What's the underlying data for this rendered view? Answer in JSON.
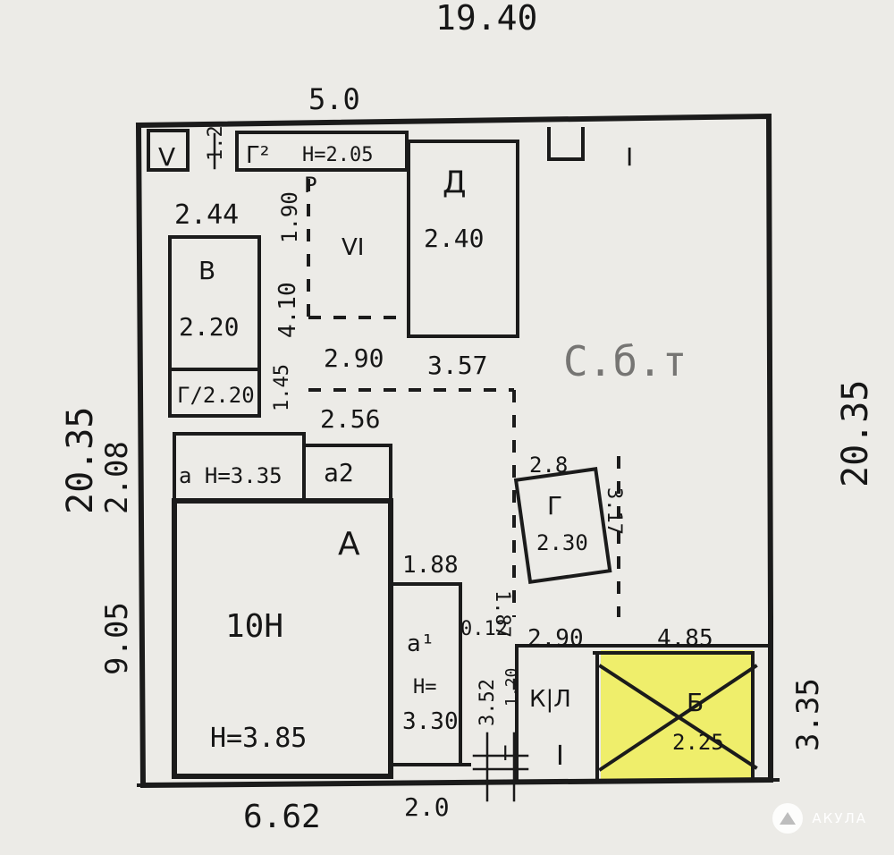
{
  "dims": {
    "top_total": "19.40",
    "top_segment": "5.0",
    "left_total": "20.35",
    "left_upper": "2.08",
    "left_lower": "9.05",
    "right_total": "20.35",
    "right_lower": "3.35",
    "bottom_left": "6.62",
    "bottom_mid": "2.0"
  },
  "rooms": {
    "v_small": "V",
    "v_small_dim": "1.2",
    "g2": "Г²",
    "g2_height": "H=2.05",
    "d_letter": "Д",
    "d_dim": "2.40",
    "p1": "Р",
    "vi": "VI",
    "dim_2_44": "2.44",
    "dim_1_90": "1.90",
    "b_letter": "В",
    "b_dim": "2.20",
    "dim_4_10": "4.10",
    "g1_label": "Г/2.20",
    "dim_1_45": "1.45",
    "dim_2_90a": "2.90",
    "dim_3_57": "3.57",
    "dim_2_56": "2.56",
    "a_height": "а Н=3.35",
    "a2": "а2",
    "a_big": "А",
    "room_10n": "10Н",
    "h_3_85": "Н=3.85",
    "dim_1_88": "1.88",
    "dim_1_87": "1.87",
    "dim_0_12": "0.12",
    "a1": "а¹",
    "h_3_30_a": "Н=",
    "h_3_30_b": "3.30",
    "dim_3_52": "3.52",
    "dim_1_20": "1.20",
    "dim_2_8": "2.8",
    "g_letter": "Г",
    "g_dim": "2.30",
    "dim_3_17": "3.17",
    "dim_2_90b": "2.90",
    "dim_4_85": "4.85",
    "kl": "К|Л",
    "i_small": "I",
    "i_big": "I",
    "hl_letter": "Б",
    "hl_dim": "2.25",
    "t_top": "I",
    "faded_stamp": "С.б.т"
  },
  "watermark": {
    "brand": "АКУЛА",
    "brand_icon": "shark-logo-icon"
  },
  "colors": {
    "paper": "#ecebe7",
    "ink": "#1b1b1b",
    "highlight": "#f0ee55"
  }
}
